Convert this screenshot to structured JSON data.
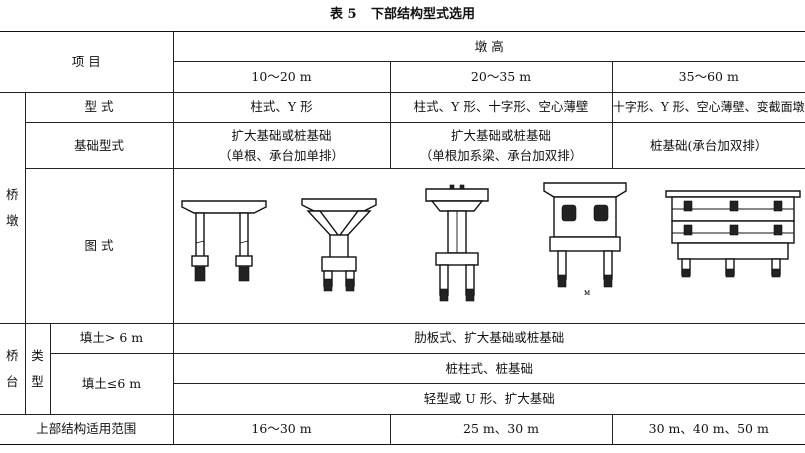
{
  "caption": {
    "number": "表 5",
    "title": "下部结构型式选用"
  },
  "header": {
    "item_label": "项 目",
    "pier_height_label": "墩 高",
    "ranges": [
      "10～20 m",
      "20～35 m",
      "35～60 m"
    ]
  },
  "pier": {
    "group_label_1": "桥",
    "group_label_2": "墩",
    "type_label": "型 式",
    "types": [
      "柱式、Y 形",
      "柱式、Y 形、十字形、空心薄壁",
      "十字形、Y 形、空心薄壁、变截面墩"
    ],
    "foundation_label": "基础型式",
    "foundations": [
      {
        "line1": "扩大基础或桩基础",
        "line2": "（单根、承台加单排）"
      },
      {
        "line1": "扩大基础或桩基础",
        "line2": "（单根加系梁、承台加双排）"
      },
      {
        "line1": "桩基础(承台加双排）",
        "line2": ""
      }
    ],
    "diagram_label": "图 式"
  },
  "abutment": {
    "group_label_1": "桥",
    "group_label_2": "台",
    "type_label_1": "类",
    "type_label_2": "型",
    "fill_gt6_label": "填土> 6 m",
    "fill_gt6_value": "肋板式、扩大基础或桩基础",
    "fill_le6_label": "填土≤6 m",
    "fill_le6_values": [
      "桩柱式、桩基础",
      "轻型或 U 形、扩大基础"
    ]
  },
  "superstructure": {
    "label": "上部结构适用范围",
    "spans": [
      "16～30 m",
      "25 m、30 m",
      "30 m、40 m、50 m"
    ]
  }
}
